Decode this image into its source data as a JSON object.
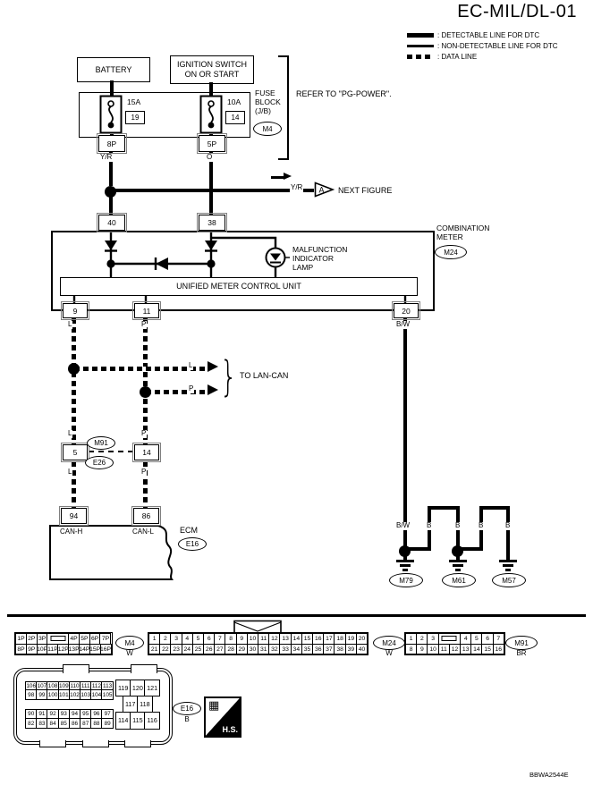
{
  "title": "EC-MIL/DL-01",
  "legend": {
    "detectable": ": DETECTABLE LINE FOR DTC",
    "non_detectable": ": NON-DETECTABLE LINE FOR DTC",
    "data_line": ": DATA LINE"
  },
  "power": {
    "battery": "BATTERY",
    "ignition_l1": "IGNITION SWITCH",
    "ignition_l2": "ON OR START",
    "fuse_block_l1": "FUSE",
    "fuse_block_l2": "BLOCK",
    "fuse_block_l3": "(J/B)",
    "fuse_block_conn": "M4",
    "refer": "REFER TO \"PG-POWER\".",
    "fuse1_amp": "15A",
    "fuse1_no": "19",
    "fuse2_amp": "10A",
    "fuse2_no": "14",
    "pin_8p": "8P",
    "pin_5p": "5P",
    "wire_yr": "Y/R",
    "wire_o": "O",
    "branch_wire": "Y/R",
    "branch_tag": "A",
    "branch_text": "NEXT FIGURE",
    "pin_40": "40",
    "pin_38": "38"
  },
  "meter": {
    "name_l1": "COMBINATION",
    "name_l2": "METER",
    "conn": "M24",
    "mil_l1": "MALFUNCTION",
    "mil_l2": "INDICATOR",
    "mil_l3": "LAMP",
    "umcu": "UNIFIED METER CONTROL UNIT",
    "pin_9": "9",
    "pin_11": "11",
    "pin_20": "20",
    "wire_l": "L",
    "wire_p": "P",
    "wire_bw": "B/W"
  },
  "can": {
    "branch_l": "L",
    "branch_p": "P",
    "to_lan_can": "TO LAN-CAN",
    "wire_l_upper": "L",
    "wire_p_upper": "P",
    "conn_m91": "M91",
    "conn_e26": "E26",
    "pin_5": "5",
    "pin_14": "14",
    "wire_l_lower": "L",
    "wire_p_lower": "P",
    "pin_94": "94",
    "pin_86": "86",
    "can_h": "CAN-H",
    "can_l": "CAN-L",
    "ecm": "ECM",
    "ecm_conn": "E16"
  },
  "ground": {
    "wire_bw": "B/W",
    "b_labels": [
      "B",
      "B",
      "B",
      "B"
    ],
    "g1": "M79",
    "g2": "M61",
    "g3": "M57"
  },
  "footer": {
    "m4": {
      "conn": "M4",
      "color": "W",
      "row1": [
        "1P",
        "2P",
        "3P",
        "",
        "4P",
        "5P",
        "6P",
        "7P"
      ],
      "row2": [
        "8P",
        "9P",
        "10P",
        "11P",
        "12P",
        "13P",
        "14P",
        "15P",
        "16P"
      ]
    },
    "m24": {
      "conn": "M24",
      "color": "W",
      "row1": [
        "1",
        "2",
        "3",
        "4",
        "5",
        "6",
        "7",
        "8",
        "9",
        "10",
        "11",
        "12",
        "13",
        "14",
        "15",
        "16",
        "17",
        "18",
        "19",
        "20"
      ],
      "row2": [
        "21",
        "22",
        "23",
        "24",
        "25",
        "26",
        "27",
        "28",
        "29",
        "30",
        "31",
        "32",
        "33",
        "34",
        "35",
        "36",
        "37",
        "38",
        "39",
        "40"
      ]
    },
    "m91": {
      "conn": "M91",
      "color": "BR",
      "row1": [
        "1",
        "2",
        "3",
        "",
        "4",
        "5",
        "6",
        "7"
      ],
      "row2": [
        "8",
        "9",
        "10",
        "11",
        "12",
        "13",
        "14",
        "15",
        "16"
      ]
    },
    "e16": {
      "conn": "E16",
      "color": "B",
      "a1": [
        "106",
        "107",
        "108",
        "109",
        "110",
        "111",
        "112",
        "113"
      ],
      "a2": [
        "98",
        "99",
        "100",
        "101",
        "102",
        "103",
        "104",
        "105"
      ],
      "b1": [
        "90",
        "91",
        "92",
        "93",
        "94",
        "95",
        "96",
        "97"
      ],
      "b2": [
        "82",
        "83",
        "84",
        "85",
        "86",
        "87",
        "88",
        "89"
      ],
      "c1": [
        "119",
        "120",
        "121"
      ],
      "c2": [
        "117",
        "118"
      ],
      "c3": [
        "114",
        "115",
        "116"
      ]
    },
    "hs": "H.S."
  },
  "doc_code": "BBWA2544E"
}
